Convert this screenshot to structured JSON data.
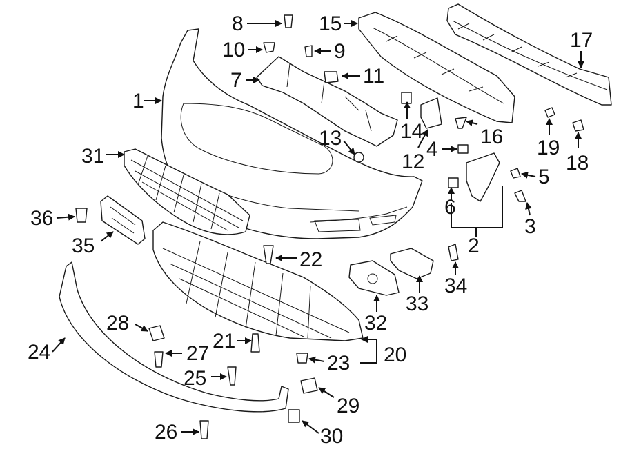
{
  "callouts": [
    "1",
    "2",
    "3",
    "4",
    "5",
    "6",
    "7",
    "8",
    "9",
    "10",
    "11",
    "12",
    "13",
    "14",
    "15",
    "16",
    "17",
    "18",
    "19",
    "20",
    "21",
    "22",
    "23",
    "24",
    "25",
    "26",
    "27",
    "28",
    "29",
    "30",
    "31",
    "32",
    "33",
    "34",
    "35",
    "36"
  ],
  "colors": {
    "ink": "#111111",
    "paper": "#ffffff"
  }
}
